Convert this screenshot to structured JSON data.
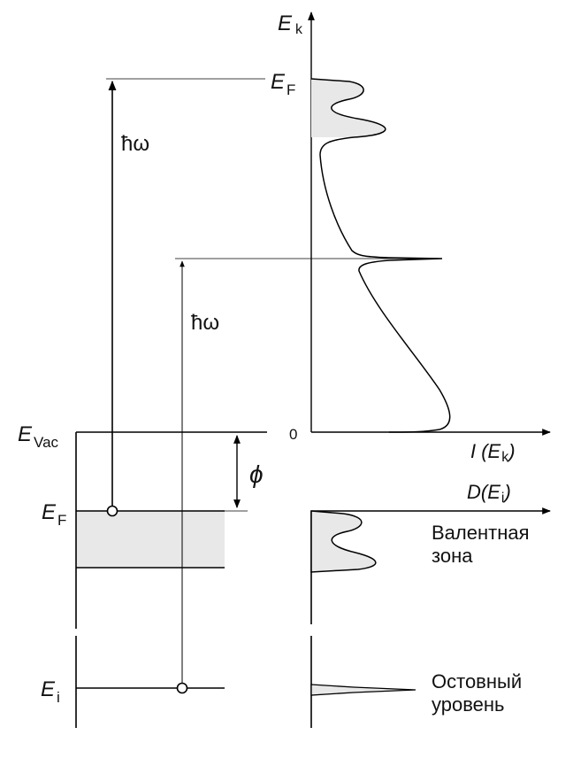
{
  "labels": {
    "ek_axis": {
      "main": "E",
      "sub": "k"
    },
    "ef_top": {
      "main": "E",
      "sub": "F"
    },
    "hw_left": "ħω",
    "hw_right": "ħω",
    "evac": {
      "main": "E",
      "sub": "Vac"
    },
    "zero": "0",
    "phi": "ϕ",
    "ef_left": {
      "main": "E",
      "sub": "F"
    },
    "ei_left": {
      "main": "E",
      "sub": "i"
    },
    "i_axis": {
      "pre": "I (E",
      "sub": "k",
      "post": ")"
    },
    "d_axis": {
      "pre": "D(E",
      "sub": "i",
      "post": ")"
    },
    "valence_line1": "Валентная",
    "valence_line2": "зона",
    "core_line1": "Остовный",
    "core_line2": "уровень"
  },
  "colors": {
    "line": "#000000",
    "band_fill": "#e8e8e8"
  }
}
